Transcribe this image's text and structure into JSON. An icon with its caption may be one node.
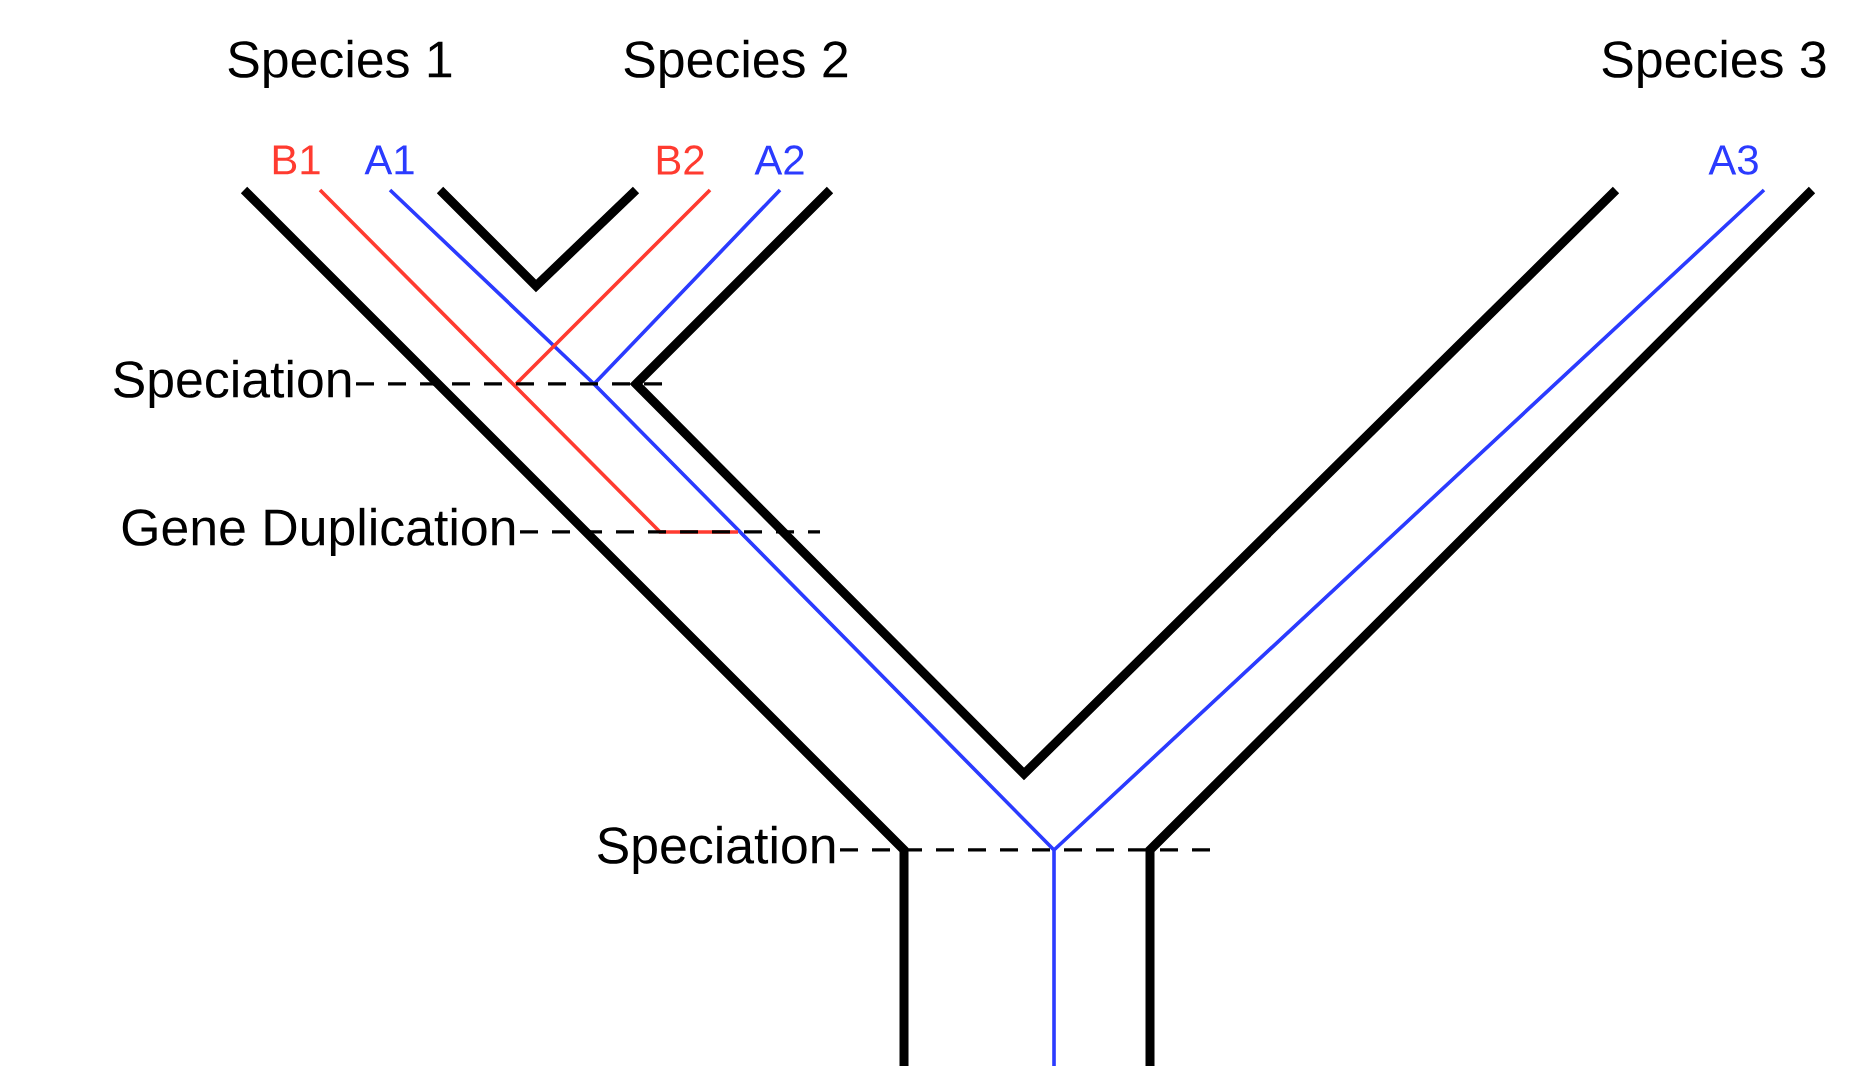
{
  "diagram": {
    "nodes": [
      {
        "text": [
          "Speciation"
        ]
      },
      {
        "text": [
          "Gene Duplication"
        ]
      },
      {
        "text": [
          "Speciation"
        ]
      }
    ],
    "edges": [
      {
        "from": 0,
        "to": null,
        "arrow": "none",
        "style": "dashed"
      },
      {
        "from": 1,
        "to": null,
        "arrow": "none",
        "style": "dashed"
      },
      {
        "from": 2,
        "to": null,
        "arrow": "none",
        "style": "dashed"
      }
    ],
    "labels": [
      "Species 1",
      "Species 2",
      "Species 3",
      "B1",
      "A1",
      "B2",
      "A2",
      "A3"
    ]
  }
}
